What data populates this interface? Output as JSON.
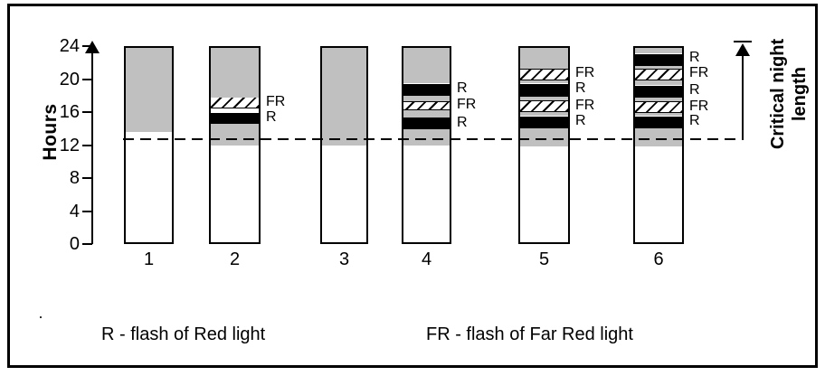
{
  "figure": {
    "y_axis": {
      "label": "Hours",
      "ticks": [
        "0",
        "4",
        "8",
        "12",
        "16",
        "20",
        "24"
      ]
    },
    "right_annotation": {
      "line1": "Critical night",
      "line2": "length"
    },
    "legend": {
      "r": "R - flash of Red light",
      "fr": "FR - flash of Far Red light"
    },
    "colors": {
      "night_gray": "#c0c0c0",
      "flash_red_black": "#000000",
      "day_white": "#ffffff"
    }
  },
  "chart_data": {
    "type": "bar",
    "variant": "stacked-24h-photoperiodism-diagram",
    "title": "",
    "ylabel": "Hours",
    "ylim": [
      0,
      24
    ],
    "yticks": [
      0,
      4,
      8,
      12,
      16,
      20,
      24
    ],
    "categories": [
      "1",
      "2",
      "3",
      "4",
      "5",
      "6"
    ],
    "critical_night_line_hours": 12.8,
    "segment_legend": {
      "day": "white = light period",
      "night": "gray = dark period",
      "R": "black band = flash of Red light",
      "FR": "hatched band = flash of Far Red light",
      "gap": "white gap"
    },
    "bars": [
      {
        "category": "1",
        "segments": [
          {
            "type": "day",
            "from": 0,
            "to": 13.6
          },
          {
            "type": "night",
            "from": 13.6,
            "to": 24
          }
        ]
      },
      {
        "category": "2",
        "segments": [
          {
            "type": "day",
            "from": 0,
            "to": 11.9
          },
          {
            "type": "night",
            "from": 11.9,
            "to": 14.6
          },
          {
            "type": "R",
            "from": 14.6,
            "to": 16.0,
            "label": "R"
          },
          {
            "type": "gap",
            "from": 16.0,
            "to": 16.5
          },
          {
            "type": "FR",
            "from": 16.5,
            "to": 17.9,
            "label": "FR"
          },
          {
            "type": "night",
            "from": 17.9,
            "to": 24
          }
        ]
      },
      {
        "category": "3",
        "segments": [
          {
            "type": "day",
            "from": 0,
            "to": 11.9
          },
          {
            "type": "night",
            "from": 11.9,
            "to": 24
          }
        ]
      },
      {
        "category": "4",
        "segments": [
          {
            "type": "day",
            "from": 0,
            "to": 11.9
          },
          {
            "type": "night",
            "from": 11.9,
            "to": 13.9
          },
          {
            "type": "R",
            "from": 13.9,
            "to": 15.4,
            "label": "R"
          },
          {
            "type": "night",
            "from": 15.4,
            "to": 16.3
          },
          {
            "type": "FR",
            "from": 16.3,
            "to": 17.4,
            "label": "FR"
          },
          {
            "type": "night",
            "from": 17.4,
            "to": 18.1
          },
          {
            "type": "R",
            "from": 18.1,
            "to": 19.6,
            "label": "R"
          },
          {
            "type": "night",
            "from": 19.6,
            "to": 24
          }
        ]
      },
      {
        "category": "5",
        "segments": [
          {
            "type": "day",
            "from": 0,
            "to": 11.8
          },
          {
            "type": "night",
            "from": 11.8,
            "to": 14.1
          },
          {
            "type": "R",
            "from": 14.1,
            "to": 15.6,
            "label": "R"
          },
          {
            "type": "night",
            "from": 15.6,
            "to": 16.1
          },
          {
            "type": "FR",
            "from": 16.1,
            "to": 17.5,
            "label": "FR"
          },
          {
            "type": "night",
            "from": 17.5,
            "to": 18.0
          },
          {
            "type": "R",
            "from": 18.0,
            "to": 19.6,
            "label": "R"
          },
          {
            "type": "night",
            "from": 19.6,
            "to": 20.0
          },
          {
            "type": "FR",
            "from": 20.0,
            "to": 21.4,
            "label": "FR"
          },
          {
            "type": "night",
            "from": 21.4,
            "to": 24
          }
        ]
      },
      {
        "category": "6",
        "segments": [
          {
            "type": "day",
            "from": 0,
            "to": 11.8
          },
          {
            "type": "night",
            "from": 11.8,
            "to": 14.1
          },
          {
            "type": "R",
            "from": 14.1,
            "to": 15.6,
            "label": "R"
          },
          {
            "type": "night",
            "from": 15.6,
            "to": 16.0
          },
          {
            "type": "FR",
            "from": 16.0,
            "to": 17.4,
            "label": "FR"
          },
          {
            "type": "night",
            "from": 17.4,
            "to": 17.9
          },
          {
            "type": "R",
            "from": 17.9,
            "to": 19.4,
            "label": "R"
          },
          {
            "type": "night",
            "from": 19.4,
            "to": 20.0
          },
          {
            "type": "FR",
            "from": 20.0,
            "to": 21.4,
            "label": "FR"
          },
          {
            "type": "night",
            "from": 21.4,
            "to": 21.8
          },
          {
            "type": "R",
            "from": 21.8,
            "to": 23.3,
            "label": "R"
          },
          {
            "type": "night",
            "from": 23.3,
            "to": 24
          }
        ]
      }
    ]
  }
}
